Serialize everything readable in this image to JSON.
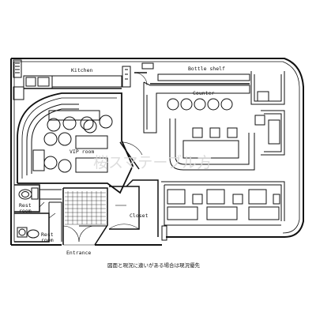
{
  "labels": {
    "kitchen": "Kitchen",
    "bottle_shelf": "Bottle shelf",
    "counter": "Counter",
    "vip_room": "VIP room",
    "rest_room_1_line1": "Rest",
    "rest_room_1_line2": "room",
    "rest_room_2_line1": "Rest",
    "rest_room_2_line2": "room",
    "closet": "Closet",
    "entrance": "Entrance"
  },
  "note": "図面と現況に違いがある場合は現況優先",
  "watermark": "桜スマテーブル方"
}
